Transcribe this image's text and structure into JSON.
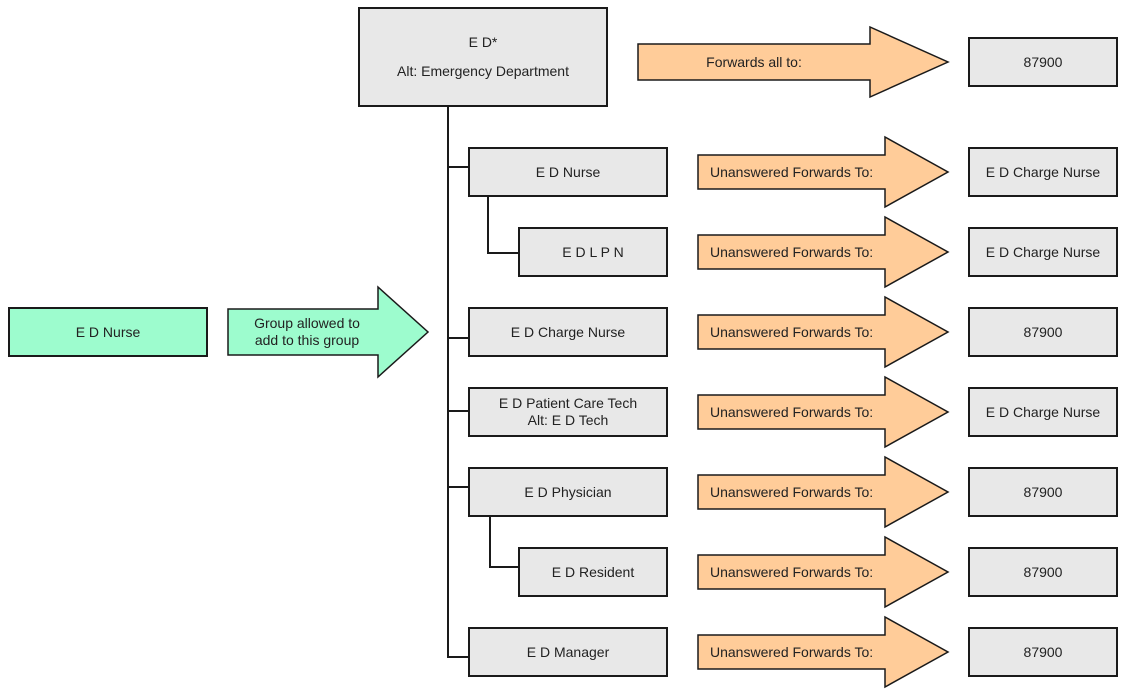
{
  "colors": {
    "box_fill": "#e8e8e8",
    "source_fill": "#9dfcce",
    "forward_arrow_fill": "#ffcc99",
    "allow_arrow_fill": "#9dfcce",
    "stroke": "#1a1a1a"
  },
  "top_group": {
    "name": "E D*",
    "alt": "Alt: Emergency Department",
    "arrow_label": "Forwards all to:",
    "target": "87900"
  },
  "source_group": {
    "name": "E D Nurse",
    "arrow_label_line1": "Group allowed to",
    "arrow_label_line2": "add to this group"
  },
  "members": [
    {
      "name": "E D Nurse",
      "alt": "",
      "arrow_label": "Unanswered Forwards To:",
      "target": "E D Charge Nurse"
    },
    {
      "name": "E D L P N",
      "alt": "",
      "arrow_label": "Unanswered Forwards To:",
      "target": "E D Charge Nurse"
    },
    {
      "name": "E D Charge Nurse",
      "alt": "",
      "arrow_label": "Unanswered Forwards To:",
      "target": "87900"
    },
    {
      "name": "E D Patient Care Tech",
      "alt": "Alt: E D Tech",
      "arrow_label": "Unanswered Forwards To:",
      "target": "E D Charge Nurse"
    },
    {
      "name": "E D Physician",
      "alt": "",
      "arrow_label": "Unanswered Forwards To:",
      "target": "87900"
    },
    {
      "name": "E D Resident",
      "alt": "",
      "arrow_label": "Unanswered Forwards To:",
      "target": "87900"
    },
    {
      "name": "E D Manager",
      "alt": "",
      "arrow_label": "Unanswered Forwards To:",
      "target": "87900"
    }
  ]
}
